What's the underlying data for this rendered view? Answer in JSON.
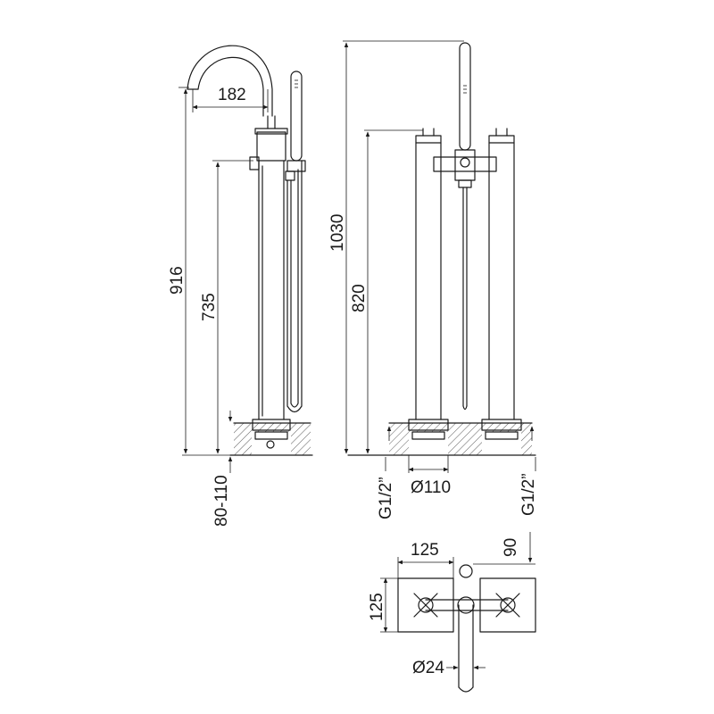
{
  "side_view": {
    "spout_reach": "182",
    "total_height": "916",
    "handle_height": "735",
    "floor_range": "80-110"
  },
  "front_view": {
    "total_height": "1030",
    "valve_height": "820",
    "base_diameter": "Ø110",
    "left_connection": "G1/2”",
    "right_connection": "G1/2”"
  },
  "plan_view": {
    "plate_width": "125",
    "plate_height": "125",
    "offset": "90",
    "pipe_diameter": "Ø24"
  }
}
